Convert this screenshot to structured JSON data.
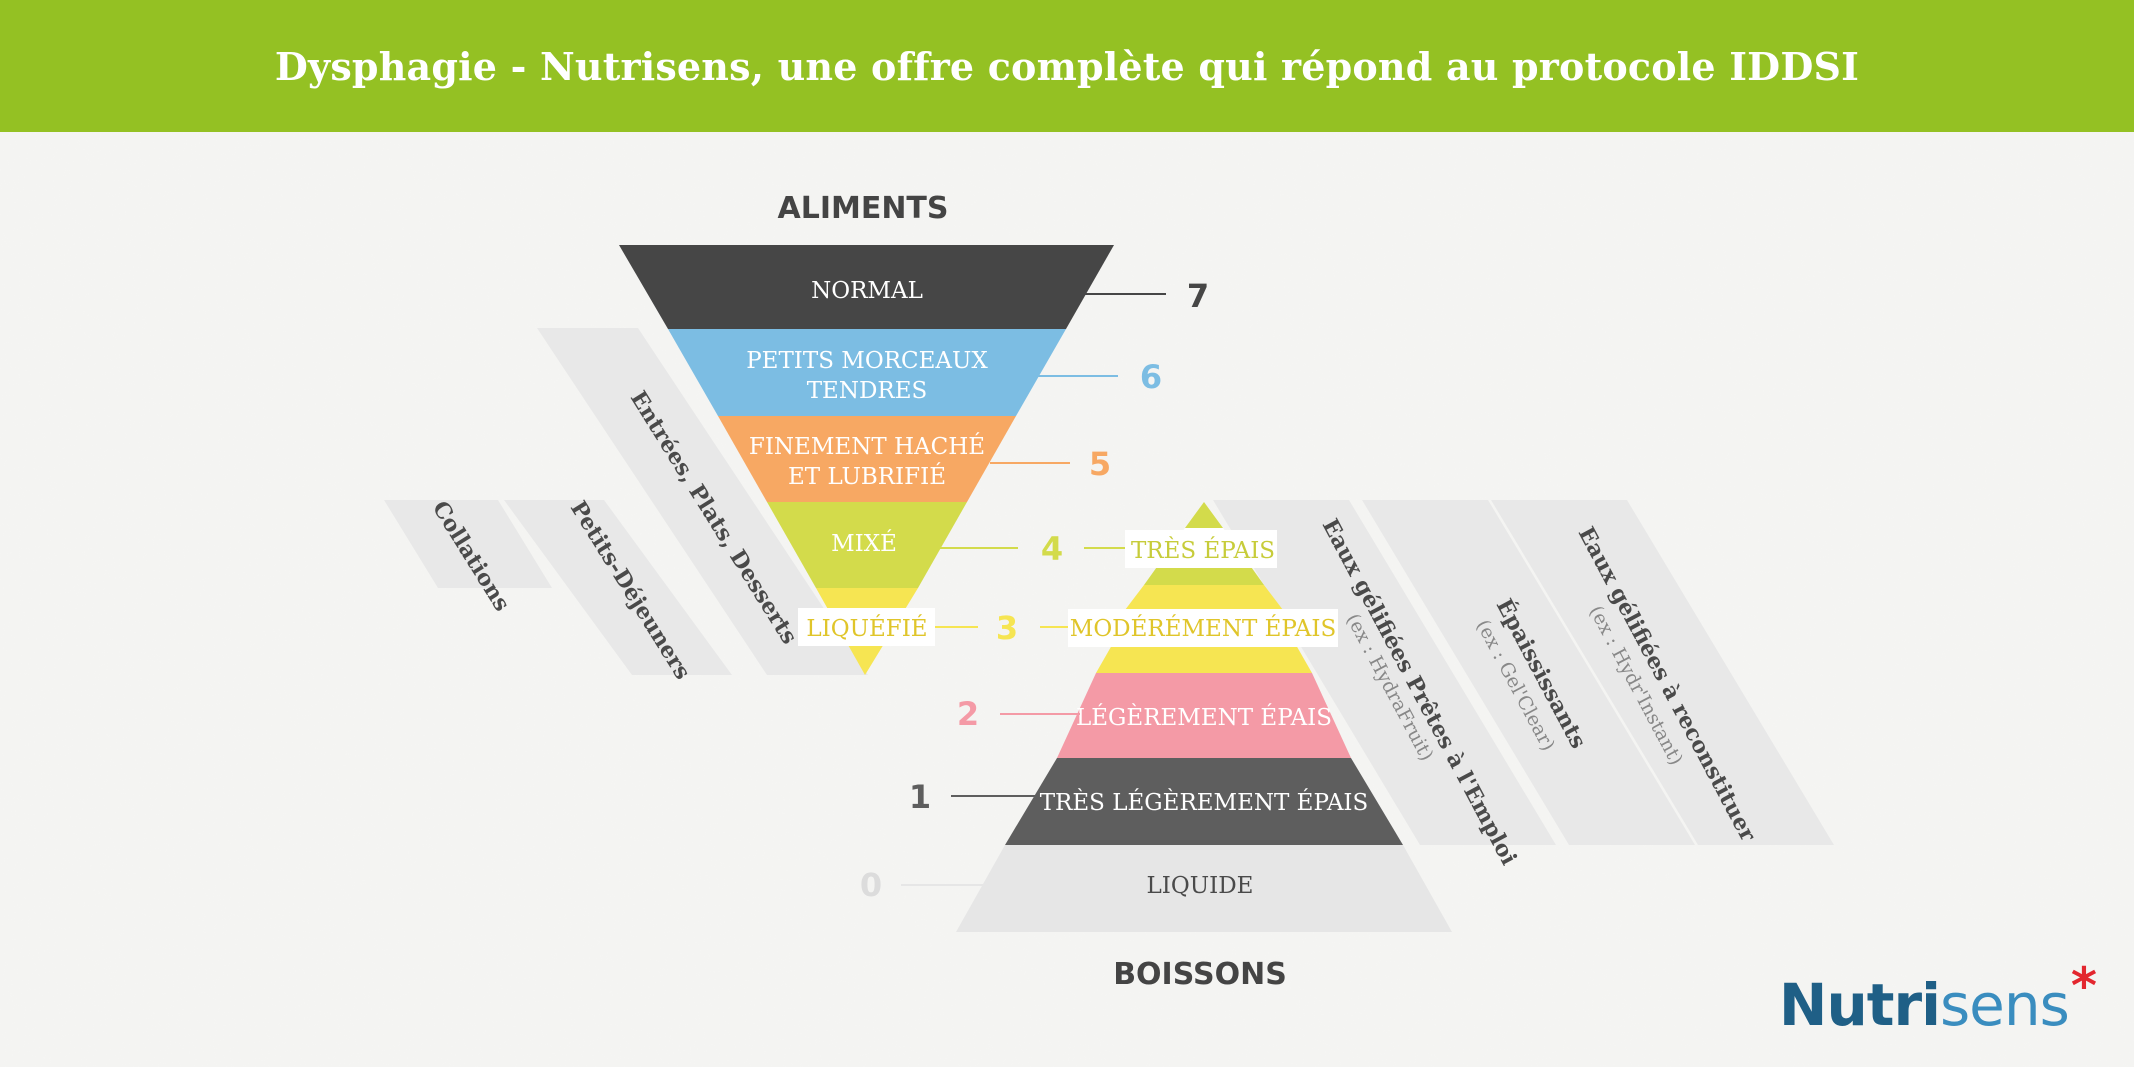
{
  "header": {
    "title": "Dysphagie - Nutrisens, une offre complète qui répond au protocole IDDSI"
  },
  "sections": {
    "foods": "ALIMENTS",
    "drinks": "BOISSONS"
  },
  "levels": {
    "l7": {
      "number": "7",
      "label": "NORMAL",
      "color": "#464646"
    },
    "l6": {
      "number": "6",
      "label_line1": "PETITS MORCEAUX",
      "label_line2": "TENDRES",
      "color": "#7cbde3"
    },
    "l5": {
      "number": "5",
      "label_line1": "FINEMENT HACHÉ",
      "label_line2": "ET LUBRIFIÉ",
      "color": "#f7a863"
    },
    "l4": {
      "number": "4",
      "food_label": "MIXÉ",
      "drink_label": "TRÈS ÉPAIS",
      "color": "#d3db4b"
    },
    "l3": {
      "number": "3",
      "food_label": "LIQUÉFIÉ",
      "drink_label": "MODÉRÉMENT ÉPAIS",
      "color": "#f6e552"
    },
    "l2": {
      "number": "2",
      "label": "LÉGÈREMENT ÉPAIS",
      "color": "#f49aa6"
    },
    "l1": {
      "number": "1",
      "label": "TRÈS LÉGÈREMENT ÉPAIS",
      "color": "#5e5e5e"
    },
    "l0": {
      "number": "0",
      "label": "LIQUIDE",
      "color": "#e6e6e6"
    }
  },
  "food_products": [
    {
      "name": "Collations"
    },
    {
      "name": "Petits-Déjeuners"
    },
    {
      "name": "Entrées, Plats, Desserts"
    }
  ],
  "drink_products": [
    {
      "name": "Eaux gélifiées Prêtes à l'Emploi",
      "example": "(ex : HydraFruit)"
    },
    {
      "name": "Épaississants",
      "example": "(ex : Gel'Clear)"
    },
    {
      "name": "Eaux gélifiées à reconstituer",
      "example": "(ex : Hydr'Instant)"
    }
  ],
  "logo": {
    "part1": "Nutri",
    "part2": "sens",
    "mark": "*"
  }
}
